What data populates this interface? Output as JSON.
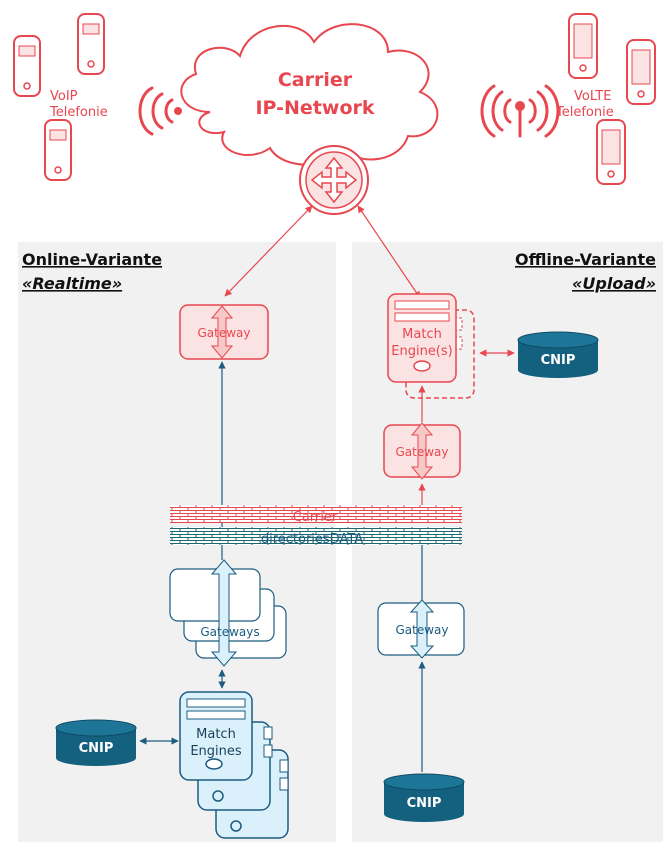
{
  "colors": {
    "red": "#e8474f",
    "red_fill": "#fbe3e3",
    "blue": "#1c5c80",
    "blue_fill": "#daf1fb",
    "db": "#14607f",
    "panel": "#f1f1f1"
  },
  "cloud": {
    "line1": "Carrier",
    "line2": "IP-Network"
  },
  "phones_left": {
    "line1": "VoIP",
    "line2": "Telefonie"
  },
  "phones_right": {
    "line1": "VoLTE",
    "line2": "Telefonie"
  },
  "online": {
    "title": "Online-Variante",
    "subtitle": "«Realtime»"
  },
  "offline": {
    "title": "Offline-Variante",
    "subtitle": "«Upload»"
  },
  "left_gateway": {
    "label": "Gateway"
  },
  "left_gateways": {
    "label": "Gateways"
  },
  "left_match": {
    "line1": "Match",
    "line2": "Engines"
  },
  "left_db": {
    "label": "CNIP"
  },
  "right_match": {
    "line1": "Match",
    "line2": "Engine(s)"
  },
  "right_db_top": {
    "label": "CNIP"
  },
  "right_gateway_red": {
    "label": "Gateway"
  },
  "right_gateway_blue": {
    "label": "Gateway"
  },
  "right_db_bottom": {
    "label": "CNIP"
  },
  "firewall": {
    "carrier": "Carrier",
    "directories": "directoriesDATA"
  }
}
